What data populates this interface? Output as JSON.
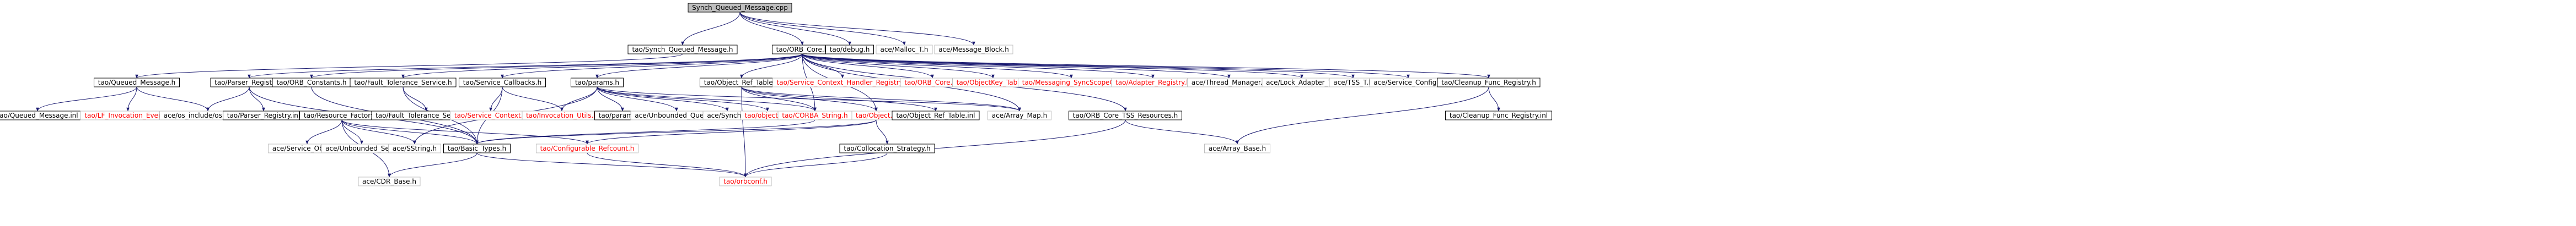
{
  "colors": {
    "node_fill": "#ffffff",
    "root_fill": "#bfbfbf",
    "border_documented": "#000000",
    "border_undocumented": "#bfbfbf",
    "label_undocumented": "#ff0000",
    "edge": "#191970"
  },
  "nodes": [
    {
      "id": "root",
      "label": "Synch_Queued_Message.cpp",
      "style": "root"
    },
    {
      "id": "sqm_h",
      "label": "tao/Synch_Queued_Message.h",
      "style": "doc"
    },
    {
      "id": "orb_core_h",
      "label": "tao/ORB_Core.h",
      "style": "doc"
    },
    {
      "id": "debug_h",
      "label": "tao/debug.h",
      "style": "doc"
    },
    {
      "id": "malloc_t_h",
      "label": "ace/Malloc_T.h",
      "style": "plain"
    },
    {
      "id": "msg_block_h",
      "label": "ace/Message_Block.h",
      "style": "plain"
    },
    {
      "id": "qm_h",
      "label": "tao/Queued_Message.h",
      "style": "doc"
    },
    {
      "id": "parser_reg_h",
      "label": "tao/Parser_Registry.h",
      "style": "doc"
    },
    {
      "id": "orb_constants_h",
      "label": "tao/ORB_Constants.h",
      "style": "doc"
    },
    {
      "id": "fts_h",
      "label": "tao/Fault_Tolerance_Service.h",
      "style": "doc"
    },
    {
      "id": "svc_cb_h",
      "label": "tao/Service_Callbacks.h",
      "style": "doc"
    },
    {
      "id": "params_h",
      "label": "tao/params.h",
      "style": "doc"
    },
    {
      "id": "obj_ref_table_h",
      "label": "tao/Object_Ref_Table.h",
      "style": "doc"
    },
    {
      "id": "sch_reg_h",
      "label": "tao/Service_Context_Handler_Registry.h",
      "style": "undoc"
    },
    {
      "id": "orb_core_inl",
      "label": "tao/ORB_Core.inl",
      "style": "undoc"
    },
    {
      "id": "objkey_table_h",
      "label": "tao/ObjectKey_Table.h",
      "style": "undoc"
    },
    {
      "id": "msg_syncscope_h",
      "label": "tao/Messaging_SyncScopeC.h",
      "style": "undoc"
    },
    {
      "id": "adapter_reg_h",
      "label": "tao/Adapter_Registry.h",
      "style": "undoc"
    },
    {
      "id": "thread_mgr_h",
      "label": "ace/Thread_Manager.h",
      "style": "plain"
    },
    {
      "id": "lock_adapter_h",
      "label": "ace/Lock_Adapter_T.h",
      "style": "plain"
    },
    {
      "id": "tss_t_h",
      "label": "ace/TSS_T.h",
      "style": "plain"
    },
    {
      "id": "svc_config_h",
      "label": "ace/Service_Config.h",
      "style": "plain"
    },
    {
      "id": "cleanup_reg_h",
      "label": "tao/Cleanup_Func_Registry.h",
      "style": "doc"
    },
    {
      "id": "qm_inl",
      "label": "tao/Queued_Message.inl",
      "style": "doc"
    },
    {
      "id": "lf_event_h",
      "label": "tao/LF_Invocation_Event.h",
      "style": "undoc"
    },
    {
      "id": "os_stddef_h",
      "label": "ace/os_include/os_stddef.h",
      "style": "plain"
    },
    {
      "id": "parser_reg_inl",
      "label": "tao/Parser_Registry.inl",
      "style": "doc"
    },
    {
      "id": "res_factory_h",
      "label": "tao/Resource_Factory.h",
      "style": "doc"
    },
    {
      "id": "fts_inl",
      "label": "tao/Fault_Tolerance_Service.inl",
      "style": "doc"
    },
    {
      "id": "svc_context_h",
      "label": "tao/Service_Context.h",
      "style": "undoc"
    },
    {
      "id": "inv_utils_h",
      "label": "tao/Invocation_Utils.h",
      "style": "undoc"
    },
    {
      "id": "params_inl",
      "label": "tao/params.inl",
      "style": "doc"
    },
    {
      "id": "unbounded_queue_h",
      "label": "ace/Unbounded_Queue.h",
      "style": "plain"
    },
    {
      "id": "synch_h",
      "label": "ace/Synch.h",
      "style": "plain"
    },
    {
      "id": "objectid_h",
      "label": "tao/objectid.h",
      "style": "undoc"
    },
    {
      "id": "corba_string_h",
      "label": "tao/CORBA_String.h",
      "style": "undoc"
    },
    {
      "id": "object_h",
      "label": "tao/Object.h",
      "style": "undoc"
    },
    {
      "id": "obj_ref_table_inl",
      "label": "tao/Object_Ref_Table.inl",
      "style": "doc"
    },
    {
      "id": "array_map_h",
      "label": "ace/Array_Map.h",
      "style": "plain"
    },
    {
      "id": "orb_core_tss_h",
      "label": "tao/ORB_Core_TSS_Resources.h",
      "style": "doc"
    },
    {
      "id": "cleanup_reg_inl",
      "label": "tao/Cleanup_Func_Registry.inl",
      "style": "doc"
    },
    {
      "id": "svc_object_h",
      "label": "ace/Service_Object.h",
      "style": "plain"
    },
    {
      "id": "unbounded_set_h",
      "label": "ace/Unbounded_Set.h",
      "style": "plain"
    },
    {
      "id": "sstring_h",
      "label": "ace/SString.h",
      "style": "plain"
    },
    {
      "id": "basic_types_h",
      "label": "tao/Basic_Types.h",
      "style": "doc"
    },
    {
      "id": "configurable_refcount_h",
      "label": "tao/Configurable_Refcount.h",
      "style": "undoc"
    },
    {
      "id": "collocation_strategy_h",
      "label": "tao/Collocation_Strategy.h",
      "style": "doc"
    },
    {
      "id": "array_base_h",
      "label": "ace/Array_Base.h",
      "style": "plain"
    },
    {
      "id": "cdr_base_h",
      "label": "ace/CDR_Base.h",
      "style": "plain"
    },
    {
      "id": "orbconf_h",
      "label": "tao/orbconf.h",
      "style": "undoc"
    }
  ],
  "edges": [
    [
      "root",
      "sqm_h"
    ],
    [
      "root",
      "orb_core_h"
    ],
    [
      "root",
      "debug_h"
    ],
    [
      "root",
      "malloc_t_h"
    ],
    [
      "root",
      "msg_block_h"
    ],
    [
      "sqm_h",
      "qm_h"
    ],
    [
      "orb_core_h",
      "parser_reg_h"
    ],
    [
      "orb_core_h",
      "orb_constants_h"
    ],
    [
      "orb_core_h",
      "fts_h"
    ],
    [
      "orb_core_h",
      "svc_cb_h"
    ],
    [
      "orb_core_h",
      "params_h"
    ],
    [
      "orb_core_h",
      "obj_ref_table_h"
    ],
    [
      "orb_core_h",
      "sch_reg_h"
    ],
    [
      "orb_core_h",
      "orb_core_inl"
    ],
    [
      "orb_core_h",
      "objkey_table_h"
    ],
    [
      "orb_core_h",
      "msg_syncscope_h"
    ],
    [
      "orb_core_h",
      "adapter_reg_h"
    ],
    [
      "orb_core_h",
      "thread_mgr_h"
    ],
    [
      "orb_core_h",
      "lock_adapter_h"
    ],
    [
      "orb_core_h",
      "tss_t_h"
    ],
    [
      "orb_core_h",
      "svc_config_h"
    ],
    [
      "orb_core_h",
      "cleanup_reg_h"
    ],
    [
      "orb_core_h",
      "orb_core_tss_h"
    ],
    [
      "orb_core_h",
      "array_map_h"
    ],
    [
      "orb_core_h",
      "object_h"
    ],
    [
      "orb_core_h",
      "corba_string_h"
    ],
    [
      "qm_h",
      "qm_inl"
    ],
    [
      "qm_h",
      "lf_event_h"
    ],
    [
      "qm_h",
      "os_stddef_h"
    ],
    [
      "parser_reg_h",
      "parser_reg_inl"
    ],
    [
      "parser_reg_h",
      "os_stddef_h"
    ],
    [
      "parser_reg_h",
      "basic_types_h"
    ],
    [
      "orb_constants_h",
      "basic_types_h"
    ],
    [
      "fts_h",
      "fts_inl"
    ],
    [
      "fts_h",
      "basic_types_h"
    ],
    [
      "svc_cb_h",
      "svc_context_h"
    ],
    [
      "svc_cb_h",
      "inv_utils_h"
    ],
    [
      "svc_cb_h",
      "basic_types_h"
    ],
    [
      "params_h",
      "params_inl"
    ],
    [
      "params_h",
      "unbounded_queue_h"
    ],
    [
      "params_h",
      "synch_h"
    ],
    [
      "params_h",
      "objectid_h"
    ],
    [
      "params_h",
      "corba_string_h"
    ],
    [
      "params_h",
      "array_map_h"
    ],
    [
      "params_h",
      "inv_utils_h"
    ],
    [
      "params_h",
      "sstring_h"
    ],
    [
      "obj_ref_table_h",
      "obj_ref_table_inl"
    ],
    [
      "obj_ref_table_h",
      "array_map_h"
    ],
    [
      "obj_ref_table_h",
      "object_h"
    ],
    [
      "obj_ref_table_h",
      "corba_string_h"
    ],
    [
      "obj_ref_table_h",
      "orbconf_h"
    ],
    [
      "cleanup_reg_h",
      "cleanup_reg_inl"
    ],
    [
      "cleanup_reg_h",
      "array_base_h"
    ],
    [
      "orb_core_tss_h",
      "array_base_h"
    ],
    [
      "orb_core_tss_h",
      "orbconf_h"
    ],
    [
      "res_factory_h",
      "svc_object_h"
    ],
    [
      "res_factory_h",
      "unbounded_set_h"
    ],
    [
      "res_factory_h",
      "sstring_h"
    ],
    [
      "res_factory_h",
      "basic_types_h"
    ],
    [
      "res_factory_h",
      "configurable_refcount_h"
    ],
    [
      "res_factory_h",
      "cdr_base_h"
    ],
    [
      "basic_types_h",
      "cdr_base_h"
    ],
    [
      "basic_types_h",
      "orbconf_h"
    ],
    [
      "corba_string_h",
      "basic_types_h"
    ],
    [
      "object_h",
      "collocation_strategy_h"
    ],
    [
      "object_h",
      "configurable_refcount_h"
    ],
    [
      "object_h",
      "basic_types_h"
    ],
    [
      "configurable_refcount_h",
      "orbconf_h"
    ],
    [
      "collocation_strategy_h",
      "orbconf_h"
    ]
  ]
}
